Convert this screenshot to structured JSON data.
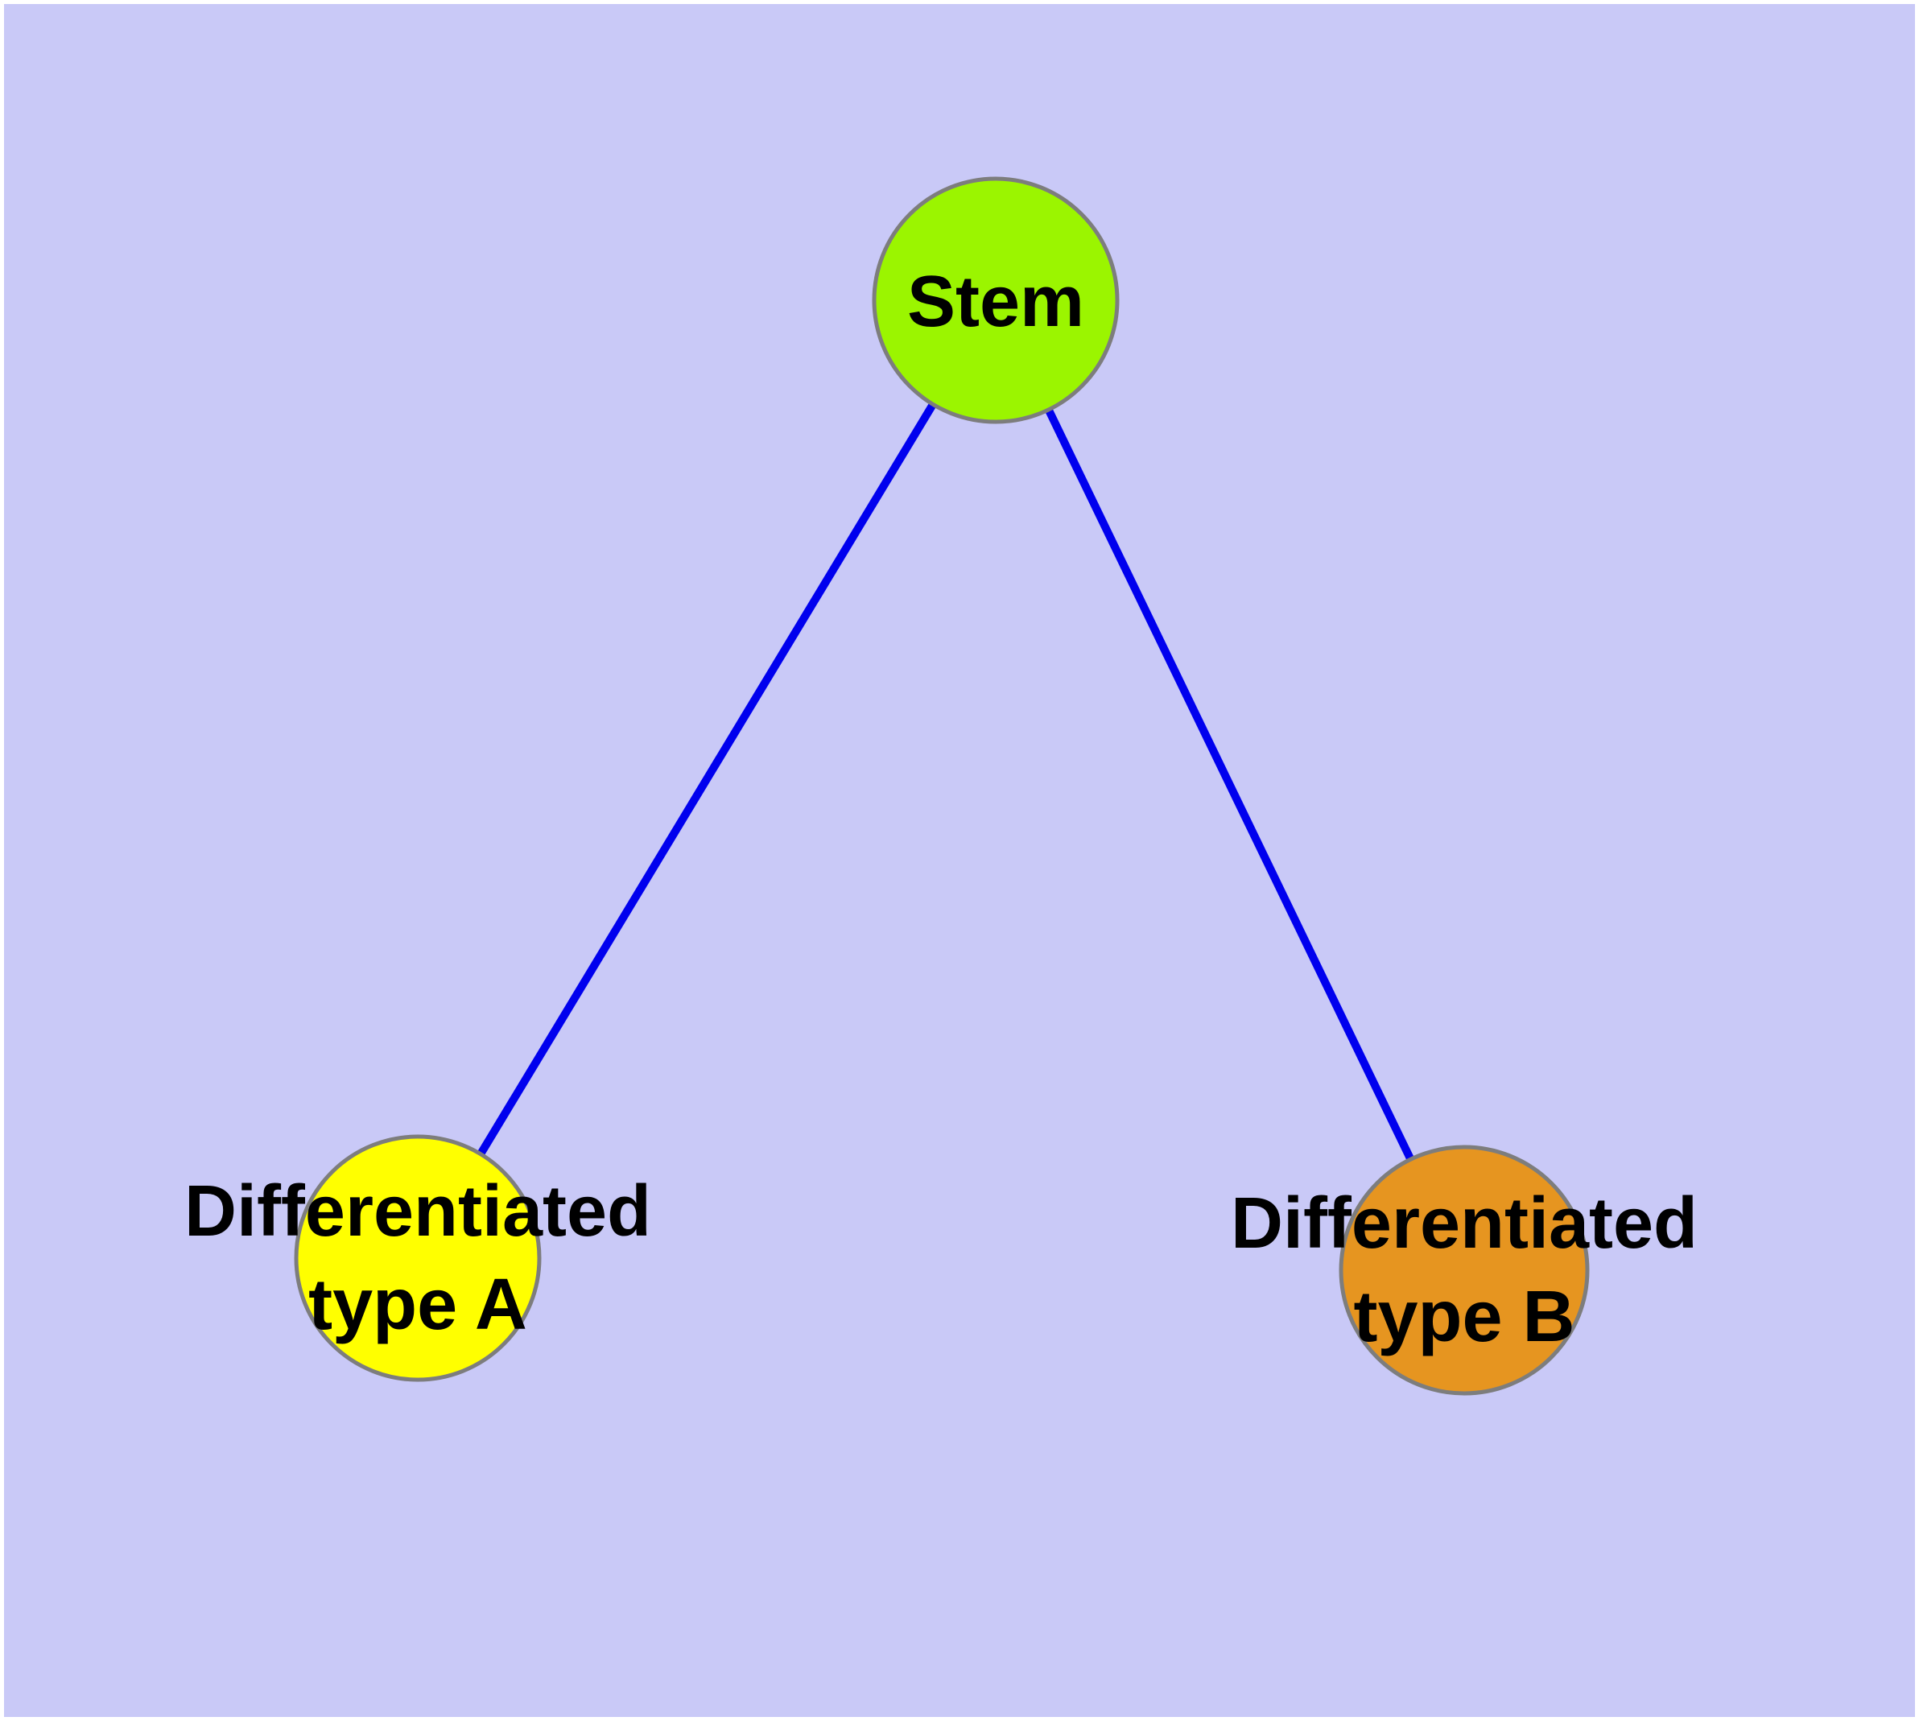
{
  "figure": {
    "margin_color": "#ffffff",
    "background": "#c9c9f7"
  },
  "colors": {
    "edge": "#0000ee",
    "node_border": "#7d7d7d",
    "label_text": "#000000",
    "stem_fill": "#9bf500",
    "type_a_fill": "#ffff00",
    "type_b_fill": "#e69520"
  },
  "graph": {
    "nodes": [
      {
        "id": "stem",
        "label": "Stem",
        "color": "#9bf500"
      },
      {
        "id": "type-a",
        "label_line1": "Differentiated",
        "label_line2": "type A",
        "color": "#ffff00"
      },
      {
        "id": "type-b",
        "label_line1": "Differentiated",
        "label_line2": "type B",
        "color": "#e69520"
      }
    ],
    "edges": [
      {
        "from": "stem",
        "to": "type-a"
      },
      {
        "from": "stem",
        "to": "type-b"
      }
    ]
  }
}
